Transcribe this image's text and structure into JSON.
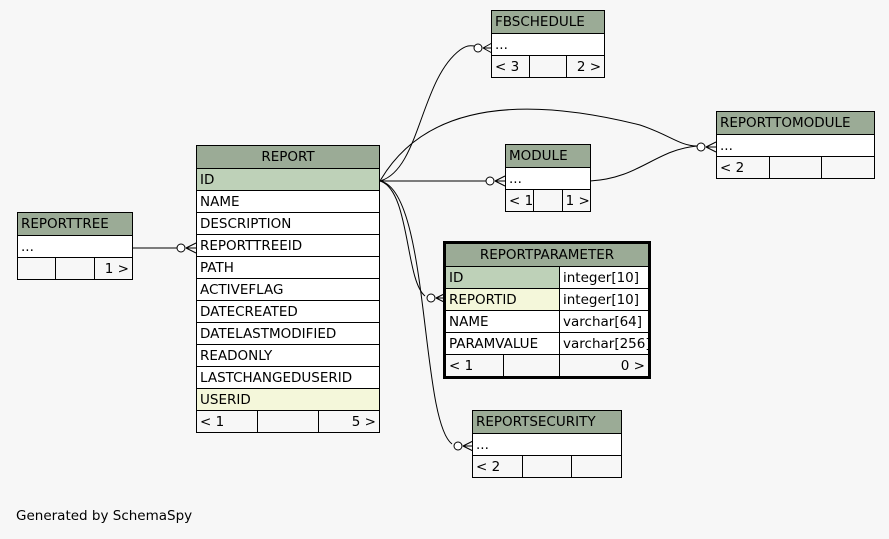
{
  "diagram": {
    "generated_by": "Generated by SchemaSpy",
    "tables": {
      "reporttree": {
        "name": "REPORTTREE",
        "columns": [
          "..."
        ],
        "footer": [
          "",
          "",
          "1 >"
        ]
      },
      "report": {
        "name": "REPORT",
        "columns": [
          {
            "name": "ID",
            "kind": "pk"
          },
          {
            "name": "NAME",
            "kind": "plain"
          },
          {
            "name": "DESCRIPTION",
            "kind": "plain"
          },
          {
            "name": "REPORTTREEID",
            "kind": "plain"
          },
          {
            "name": "PATH",
            "kind": "plain"
          },
          {
            "name": "ACTIVEFLAG",
            "kind": "plain"
          },
          {
            "name": "DATECREATED",
            "kind": "plain"
          },
          {
            "name": "DATELASTMODIFIED",
            "kind": "plain"
          },
          {
            "name": "READONLY",
            "kind": "plain"
          },
          {
            "name": "LASTCHANGEDUSERID",
            "kind": "plain"
          },
          {
            "name": "USERID",
            "kind": "fk"
          }
        ],
        "footer": [
          "< 1",
          "",
          "5 >"
        ]
      },
      "fbschedule": {
        "name": "FBSCHEDULE",
        "columns": [
          "..."
        ],
        "footer": [
          "< 3",
          "",
          "2 >"
        ]
      },
      "module": {
        "name": "MODULE",
        "columns": [
          "..."
        ],
        "footer": [
          "< 1",
          "",
          "1 >"
        ]
      },
      "reporttomodule": {
        "name": "REPORTTOMODULE",
        "columns": [
          "..."
        ],
        "footer": [
          "< 2",
          "",
          ""
        ]
      },
      "reportparameter": {
        "name": "REPORTPARAMETER",
        "columns": [
          {
            "name": "ID",
            "type": "integer[10]",
            "kind": "pk"
          },
          {
            "name": "REPORTID",
            "type": "integer[10]",
            "kind": "fk"
          },
          {
            "name": "NAME",
            "type": "varchar[64]",
            "kind": "plain"
          },
          {
            "name": "PARAMVALUE",
            "type": "varchar[256]",
            "kind": "plain"
          }
        ],
        "footer": [
          "< 1",
          "",
          "0 >"
        ]
      },
      "reportsecurity": {
        "name": "REPORTSECURITY",
        "columns": [
          "..."
        ],
        "footer": [
          "< 2",
          "",
          ""
        ]
      }
    },
    "relationships": [
      {
        "from": "REPORTTREE",
        "to": "REPORT.REPORTTREEID"
      },
      {
        "from": "REPORT.ID",
        "to": "FBSCHEDULE"
      },
      {
        "from": "REPORT.ID",
        "to": "MODULE"
      },
      {
        "from": "REPORT.ID",
        "to": "REPORTTOMODULE"
      },
      {
        "from": "REPORT.ID",
        "to": "REPORTPARAMETER.REPORTID"
      },
      {
        "from": "REPORT.ID",
        "to": "REPORTSECURITY"
      },
      {
        "from": "MODULE",
        "to": "REPORTTOMODULE"
      }
    ],
    "colors": {
      "header": "#9bab96",
      "primary_key": "#bed1b8",
      "foreign_key": "#f4f7da",
      "background": "#f7f7f7"
    }
  }
}
